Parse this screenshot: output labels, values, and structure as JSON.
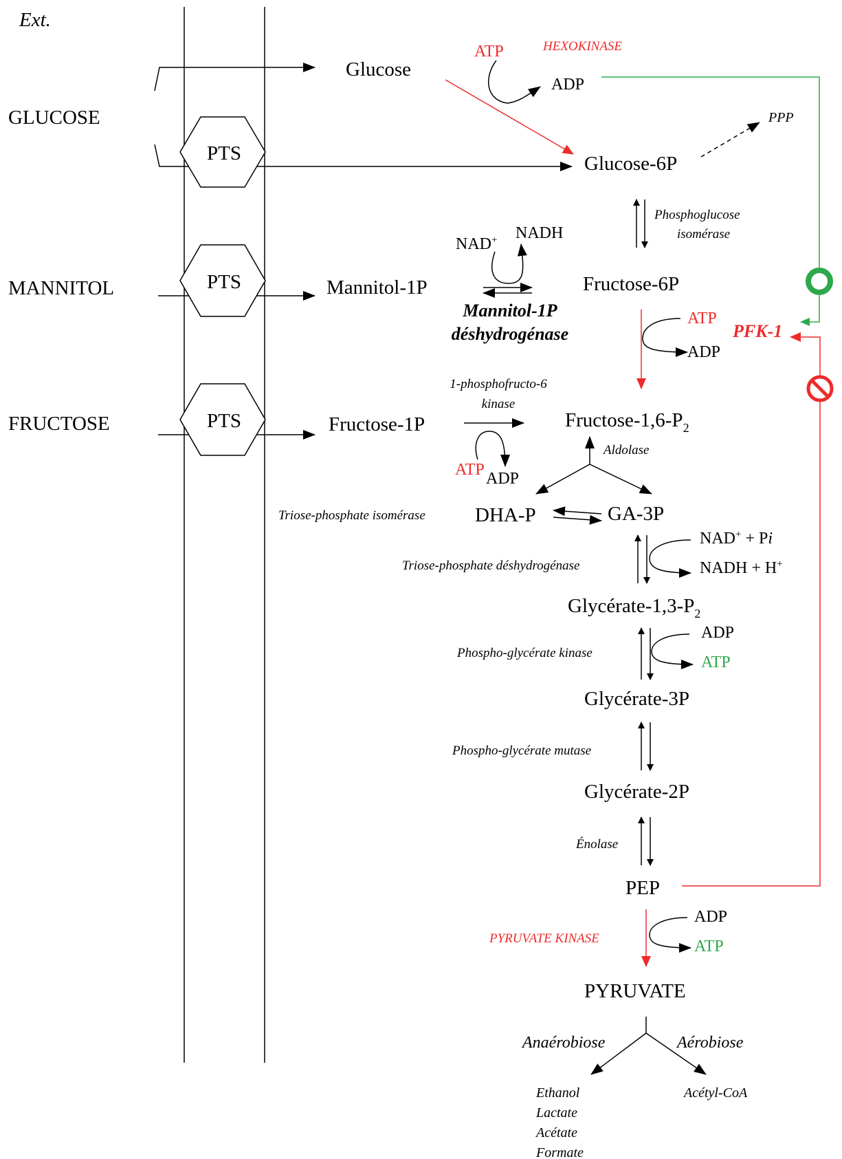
{
  "labels": {
    "ext": "Ext.",
    "glucose_ext": "GLUCOSE",
    "mannitol_ext": "MANNITOL",
    "fructose_ext": "FRUCTOSE",
    "pts1": "PTS",
    "pts2": "PTS",
    "pts3": "PTS",
    "glucose": "Glucose",
    "hexokinase": "HEXOKINASE",
    "atp_hk": "ATP",
    "adp_hk": "ADP",
    "ppp": "PPP",
    "g6p": "Glucose-6P",
    "pgi_1": "Phosphoglucose",
    "pgi_2": "isomérase",
    "nad_m": "NAD",
    "nad_m_sup": "+",
    "nadh_m": "NADH",
    "mannitol1p": "Mannitol-1P",
    "m1pdh_1": "Mannitol-1P",
    "m1pdh_2": "déshydrogénase",
    "f6p": "Fructose-6P",
    "atp_pfk": "ATP",
    "adp_pfk": "ADP",
    "pfk": "PFK-1",
    "pfk1p_1": "1-phosphofructo-6",
    "pfk1p_2": "kinase",
    "fructose1p": "Fructose-1P",
    "atp_f1p": "ATP",
    "adp_f1p": "ADP",
    "f16p": "Fructose-1,6-P",
    "f16p_sub": "2",
    "aldolase": "Aldolase",
    "tpi": "Triose-phosphate isomérase",
    "dhap": "DHA-P",
    "ga3p": "GA-3P",
    "nad_gapdh": "NAD",
    "nad_gapdh_sup": "+",
    "nad_gapdh_tail": " + P",
    "nad_gapdh_i": "i",
    "nadh_gapdh": "NADH + H",
    "nadh_gapdh_sup": "+",
    "gapdh": "Triose-phosphate déshydrogénase",
    "g13p": "Glycérate-1,3-P",
    "g13p_sub": "2",
    "adp_pgk": "ADP",
    "atp_pgk": "ATP",
    "pgk": "Phospho-glycérate kinase",
    "g3p": "Glycérate-3P",
    "pgm": "Phospho-glycérate mutase",
    "g2p": "Glycérate-2P",
    "enolase": "Énolase",
    "pep": "PEP",
    "adp_pk": "ADP",
    "atp_pk": "ATP",
    "pk": "PYRUVATE KINASE",
    "pyruvate": "PYRUVATE",
    "anaerobiose": "Anaérobiose",
    "aerobiose": "Aérobiose",
    "ethanol": "Ethanol",
    "lactate": "Lactate",
    "acetate": "Acétate",
    "formate": "Formate",
    "acetylcoa": "Acétyl-CoA"
  },
  "colors": {
    "inhibition": "#ee2b2b",
    "activation": "#2ea84a",
    "enzyme_regulated": "#ee2b2b",
    "atp_produced": "#2ea84a"
  }
}
